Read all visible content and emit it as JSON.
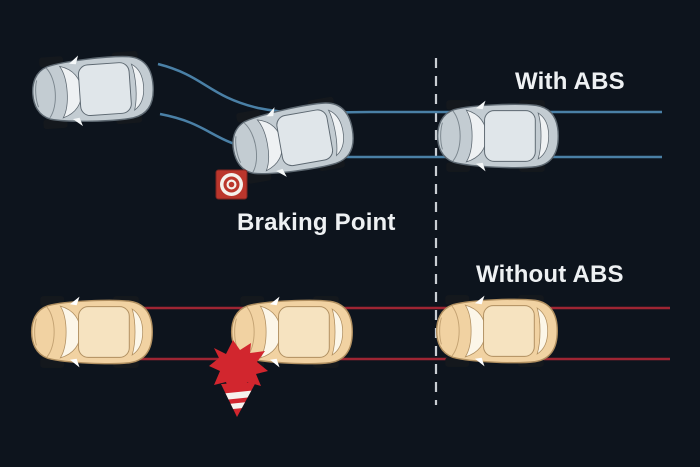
{
  "diagram": {
    "labels": {
      "with_abs": "With ABS",
      "without_abs": "Without ABS",
      "braking_point": "Braking Point"
    },
    "icons": {
      "braking_point_marker": "target-bullseye-icon",
      "collision_marker": "crash-starburst-cone-icon"
    },
    "colors": {
      "background": "#0d141d",
      "text": "#eef1f3",
      "abs_track": "#4a80a6",
      "skid_mark": "#9e2533",
      "divider": "#c9ced3",
      "marker_red": "#bb362c",
      "crash_red": "#d2262e",
      "silver_car_body": "#c3ccd2",
      "tan_car_body": "#f1d2a2"
    }
  }
}
